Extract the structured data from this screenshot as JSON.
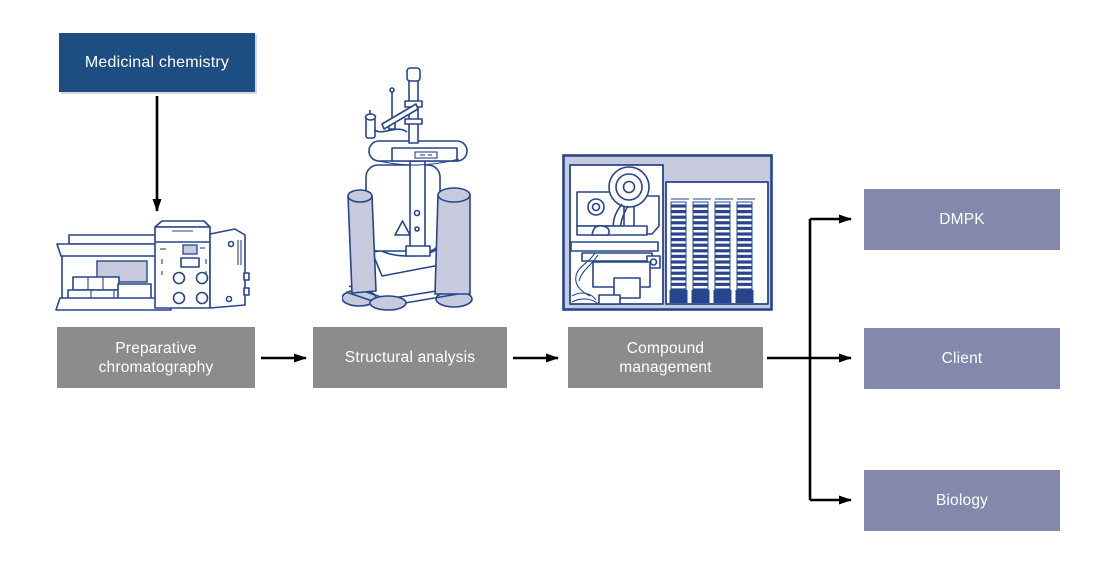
{
  "figure": {
    "type": "flowchart",
    "nodes": {
      "medicinal_chemistry": {
        "label": "Medicinal chemistry"
      },
      "preparative_chromatography": {
        "lines": [
          "Preparative",
          "chromatography"
        ]
      },
      "structural_analysis": {
        "label": "Structural analysis"
      },
      "compound_management": {
        "lines": [
          "Compound",
          "management"
        ]
      },
      "dmpk": {
        "label": "DMPK"
      },
      "client": {
        "label": "Client"
      },
      "biology": {
        "label": "Biology"
      }
    },
    "icons": {
      "chromatography": "preparative-hplc-instrument-icon",
      "nmr": "nmr-spectrometer-icon",
      "storage": "automated-compound-store-icon"
    },
    "colors": {
      "navy_box": "#1d4e81",
      "gray_box": "#8c8c8c",
      "lavender_box": "#8289ad",
      "line_art": "#27458c",
      "line_art_fill": "#c7c9dd",
      "arrow": "#000000",
      "background": "#ffffff"
    }
  }
}
